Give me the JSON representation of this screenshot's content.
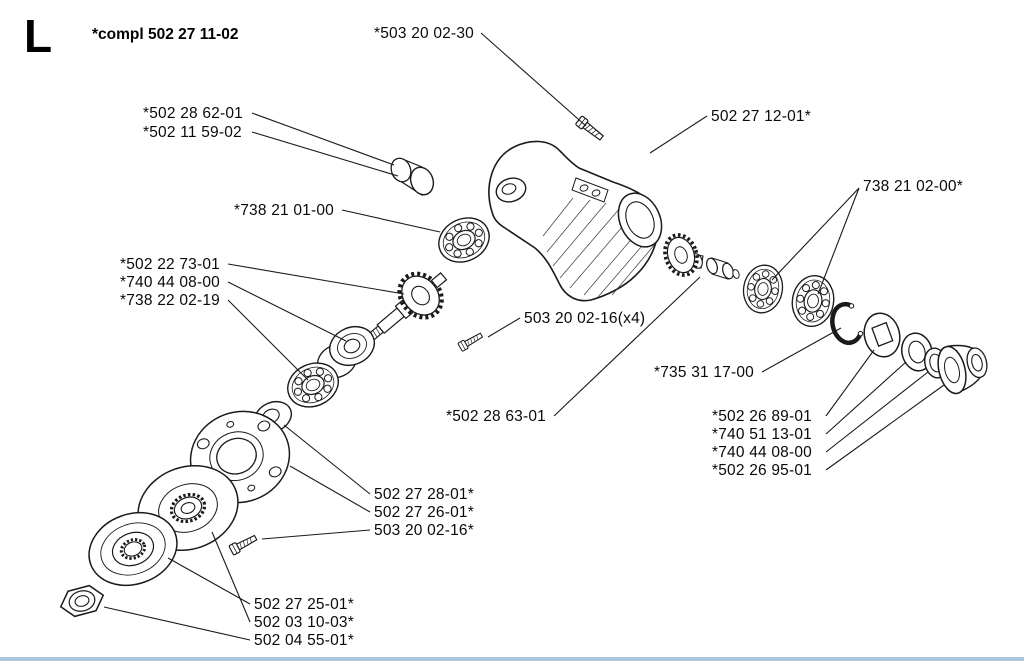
{
  "header": {
    "section_letter": "L",
    "assembly_number": "*compl 502 27 11-02"
  },
  "colors": {
    "line": "#1a1a1a",
    "footer_rule": "#aac7dd"
  },
  "callouts": {
    "top_screw": "*503 20 02-30",
    "plug_cap": "*502 28 62-01",
    "plug_seal": "*502 11 59-02",
    "gear_housing": "502 27 12-01*",
    "upper_bearing": "*738 21 01-00",
    "right_bearing_set": "738 21 02-00*",
    "gear_shaft": "*502 22 73-01",
    "shaft_washer": "*740 44 08-00",
    "shaft_bearing": "*738 22 02-19",
    "housing_screw_x4": "503 20 02-16(x4)",
    "retaining_ring": "*735 31 17-00",
    "bevel_gear": "*502 28 63-01",
    "right_ring": "*502 26 89-01",
    "right_seal": "*740 51 13-01",
    "right_washer": "*740 44 08-00",
    "output_cap": "*502 26 95-01",
    "flange_washer": "502 27 28-01*",
    "flange_plate": "502 27 26-01*",
    "flange_screw": "503 20 02-16*",
    "support_cup": "502 27 25-01*",
    "support_flange": "502 03 10-03*",
    "lock_nut": "502 04 55-01*"
  }
}
